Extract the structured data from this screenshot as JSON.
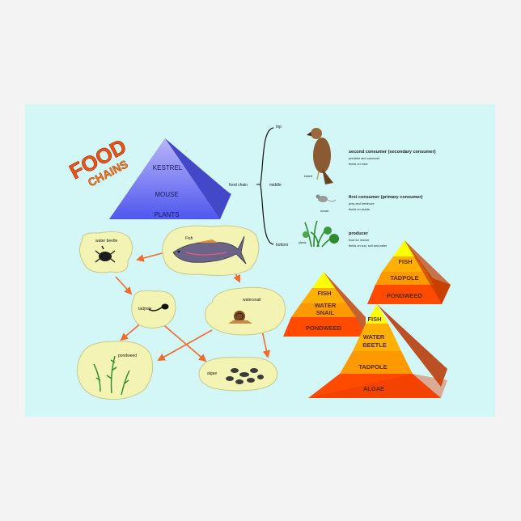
{
  "title": {
    "line1": "FOOD",
    "line2": "CHAINS"
  },
  "main_pyramid": {
    "levels": [
      "KESTREL",
      "MOUSE",
      "PLANTS"
    ],
    "side_label": "food chain"
  },
  "chain_positions": {
    "top": "top",
    "middle": "middle",
    "bottom": "bottom"
  },
  "consumers": [
    {
      "animal_label": "kestrel",
      "heading": "second consumer (secondary consumer)",
      "lines": [
        "predator and carnivore",
        "feeds on mice"
      ]
    },
    {
      "animal_label": "mouse",
      "heading": "first consumer (primary consumer)",
      "lines": [
        "prey and herbivore",
        "feeds on seeds"
      ]
    },
    {
      "animal_label": "plants",
      "heading": "producer",
      "lines": [
        "food for mouse",
        "feeds on sun, soil and water"
      ]
    }
  ],
  "web_nodes": {
    "water_beetle": "water beetle",
    "fish": "Fish",
    "tadpole": "tadpole",
    "watersnail": "watersnail",
    "pondweed": "pondweed",
    "algae": "algae"
  },
  "small_pyramids": {
    "a": [
      "FISH",
      "TADPOLE",
      "PONDWEED"
    ],
    "b": [
      "FISH",
      "WATER",
      "SNAIL",
      "PONDWEED"
    ],
    "c": [
      "FISH",
      "WATER",
      "BEETLE",
      "TADPOLE",
      "ALGAE"
    ]
  },
  "colors": {
    "background": "#d3f7f7",
    "arrow": "#f06a2a",
    "blob": "#f3f3b3",
    "pyramid_top": "#ffff00",
    "pyramid_mid": "#ff9900",
    "pyramid_base": "#ff3300"
  }
}
